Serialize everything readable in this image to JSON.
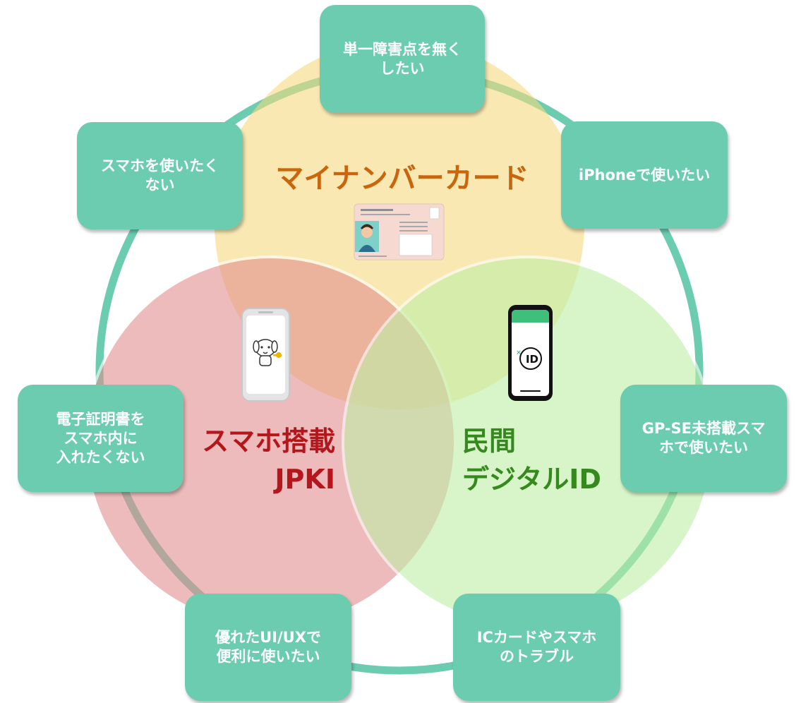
{
  "diagram_title": "",
  "circles": {
    "mynumber": {
      "label": "マイナンバーカード",
      "fill": "#f5d97f",
      "text_color": "#c9650c"
    },
    "jpki": {
      "label_lines": [
        "スマホ搭載",
        "JPKI"
      ],
      "fill": "#e28f8f",
      "text_color": "#b4161b"
    },
    "private_id": {
      "label_lines": [
        "民間",
        "デジタルID"
      ],
      "fill": "#bff0a6",
      "text_color": "#36891e"
    }
  },
  "requirements": {
    "top": {
      "lines": [
        "単一障害点を無く",
        "したい"
      ]
    },
    "top_left": {
      "lines": [
        "スマホを使いたく",
        "ない"
      ]
    },
    "top_right": {
      "lines": [
        "iPhoneで使いたい"
      ]
    },
    "mid_left": {
      "lines": [
        "電子証明書を",
        "スマホ内に",
        "入れたくない"
      ]
    },
    "mid_right": {
      "lines": [
        "GP-SE未搭載スマ",
        "ホで使いたい"
      ]
    },
    "bottom_left": {
      "lines": [
        "優れたUI/UXで",
        "便利に使いたい"
      ]
    },
    "bottom_right": {
      "lines": [
        "ICカードやスマホ",
        "のトラブル"
      ]
    }
  },
  "phone_id_badge": "ID",
  "colors": {
    "ring": "#6cccb0",
    "box": "#6cccb0"
  }
}
